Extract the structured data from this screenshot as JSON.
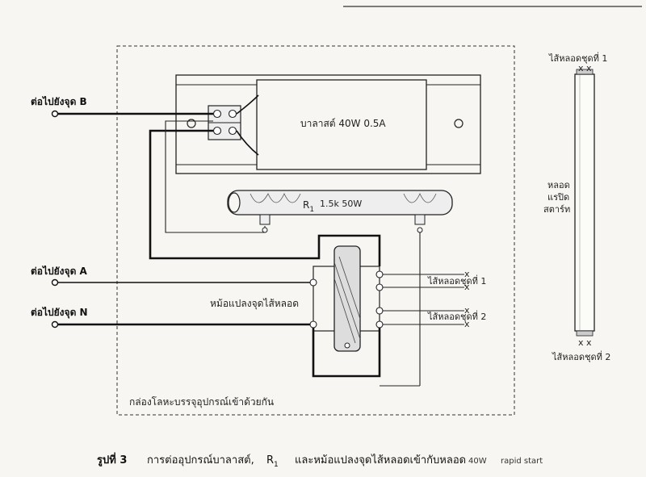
{
  "labels": {
    "to_b": "ต่อไปยังจุด B",
    "to_a": "ต่อไปยังจุด A",
    "to_n": "ต่อไปยังจุด N",
    "ballast": "บาลาสต์ 40W 0.5A",
    "r1_symbol": "R",
    "r1_sub": "1",
    "r1_value": "1.5k 50W",
    "transformer": "หม้อแปลงจุดไส้หลอด",
    "filament_1_out": "ไส้หลอดชุดที่ 1",
    "filament_2_out": "ไส้หลอดชุดที่ 2",
    "box": "กล่องโลหะบรรจุอุปกรณ์เข้าด้วยกัน",
    "lamp_top": "ไส้หลอดชุดที่ 1",
    "lamp_bottom": "ไส้หลอดชุดที่ 2",
    "lamp_line1": "หลอด",
    "lamp_line2": "แรปิด",
    "lamp_line3": "สตาร์ท",
    "x_mark": "x"
  },
  "caption": {
    "prefix": "รูปที่ 3",
    "text": "การต่ออุปกรณ์บาลาสต์,",
    "r_symbol": "R",
    "r_sub": "1",
    "text2": "และหม้อแปลงจุดไส้หลอดเข้ากับหลอด",
    "watt": "40W",
    "type": "rapid start"
  }
}
